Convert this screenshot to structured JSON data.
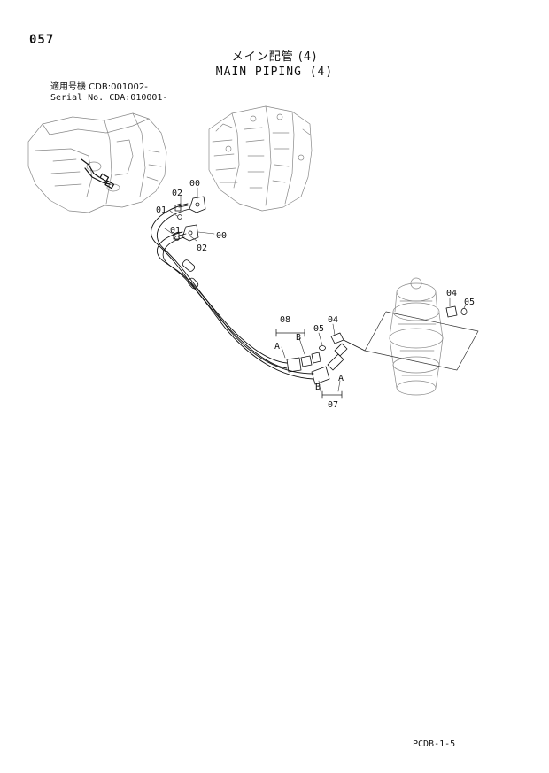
{
  "page_number": "057",
  "title_jp": "メイン配管 (4)",
  "title_en": "MAIN PIPING (4)",
  "serial_jp": "適用号機  CDB:001002-",
  "serial_en": "Serial No. CDA:010001-",
  "footer_code": "PCDB-1-5",
  "callouts": {
    "c00a": "00",
    "c02a": "02",
    "c01a": "01",
    "c01b": "01",
    "c02b": "02",
    "c00b": "00",
    "c08": "08",
    "cA1": "A",
    "cB1": "B",
    "c05a": "05",
    "c04a": "04",
    "c04b": "04",
    "c05b": "05",
    "cB2": "B",
    "cA2": "A",
    "c07": "07"
  }
}
